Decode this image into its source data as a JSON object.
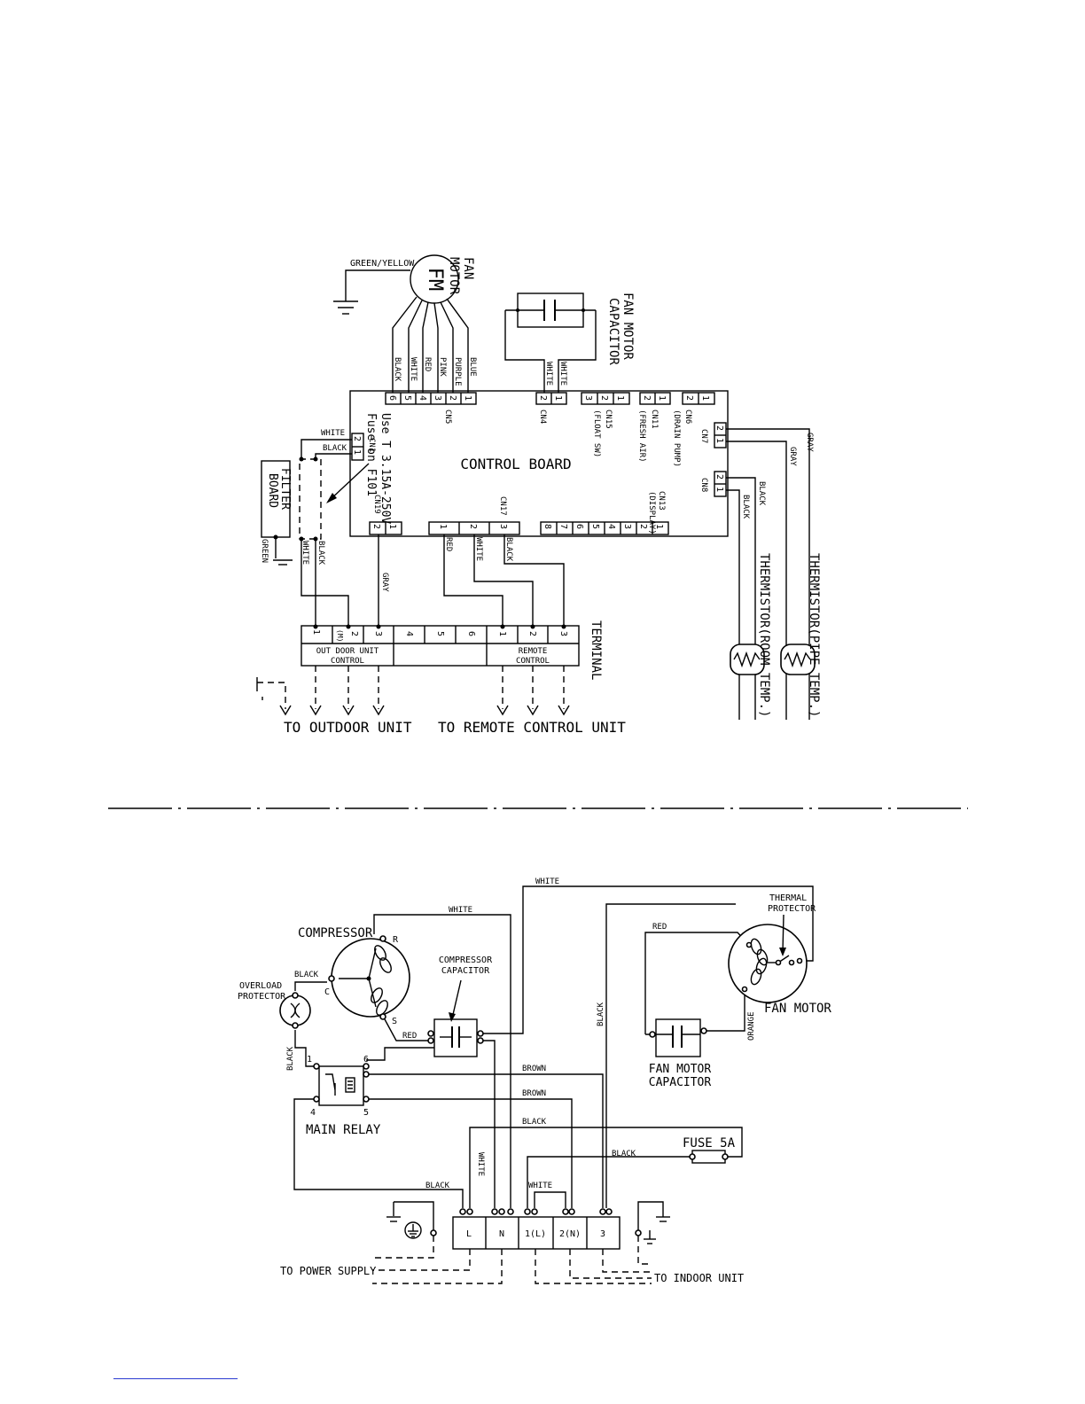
{
  "colors": {
    "ink": "#000000",
    "background": "#ffffff",
    "footer_rule": "#2b3bd1"
  },
  "indoor": {
    "fan_motor": {
      "symbol": "FM",
      "title_1": "FAN",
      "title_2": "MOTOR",
      "ground_wire": "GREEN/YELLOW",
      "wires": [
        "BLACK",
        "WHITE",
        "RED",
        "PINK",
        "PURPLE",
        "BLUE"
      ]
    },
    "fan_motor_capacitor": {
      "title_1": "FAN MOTOR",
      "title_2": "CAPACITOR",
      "wires": [
        "WHITE",
        "WHITE"
      ]
    },
    "control_board": {
      "title": "CONTROL BOARD",
      "fuse_note_1": "Use T 3.15A-250V",
      "fuse_note_2": "Fuse on F101",
      "cn5": {
        "name": "CN5",
        "pins": [
          "6",
          "5",
          "4",
          "3",
          "2",
          "1"
        ]
      },
      "cn4": {
        "name": "CN4",
        "pins": [
          "2",
          "1"
        ]
      },
      "cn15": {
        "name": "CN15",
        "desc": "(FLOAT SW)",
        "pins": [
          "3",
          "2",
          "1"
        ]
      },
      "cn11": {
        "name": "CN11",
        "desc": "(FRESH AIR)",
        "pins": [
          "2",
          "1"
        ]
      },
      "cn6": {
        "name": "CN6",
        "desc": "(DRAIN PUMP)",
        "pins": [
          "2",
          "1"
        ]
      },
      "cn7": {
        "name": "CN7",
        "pins": [
          "2",
          "1"
        ]
      },
      "cn8": {
        "name": "CN8",
        "pins": [
          "2",
          "1"
        ]
      },
      "cn1": {
        "name": "CN1",
        "pins": [
          "2",
          "1"
        ]
      },
      "cn19": {
        "name": "CN19",
        "pins": [
          "2",
          "1"
        ]
      },
      "cn17": {
        "name": "CN17",
        "pins": [
          "1",
          "2",
          "3"
        ]
      },
      "cn13": {
        "name": "CN13",
        "desc": "(DISPLAY)",
        "pins": [
          "8",
          "7",
          "6",
          "5",
          "4",
          "3",
          "2",
          "1"
        ]
      }
    },
    "wires": {
      "cn1_white": "WHITE",
      "cn1_black": "BLACK",
      "filter_white": "WHITE",
      "filter_black": "BLACK",
      "filter_green": "GREEN",
      "cn19_gray": "GRAY",
      "cn17_red": "RED",
      "cn17_white": "WHITE",
      "cn17_black": "BLACK",
      "cn7_gray_a": "GRAY",
      "cn7_gray_b": "GRAY",
      "cn8_black_a": "BLACK",
      "cn8_black_b": "BLACK"
    },
    "filter_board": {
      "line_1": "FILTER",
      "line_2": "BOARD"
    },
    "thermistor_pipe": "THERMISTOR(PIPE TEMP.)",
    "thermistor_room": "THERMISTOR(ROOM TEMP.)",
    "terminal": {
      "title": "TERMINAL",
      "pins": [
        "1",
        "2",
        "3",
        "4",
        "5",
        "6",
        "1",
        "2",
        "3"
      ],
      "pin_2_mark": "(M)",
      "outdoor_label_1": "OUT DOOR UNIT",
      "outdoor_label_2": "CONTROL",
      "remote_label_1": "REMOTE",
      "remote_label_2": "CONTROL"
    },
    "to_outdoor": "TO OUTDOOR UNIT",
    "to_remote": "TO REMOTE CONTROL UNIT"
  },
  "outdoor": {
    "compressor": {
      "title": "COMPRESSOR",
      "pin_r": "R",
      "pin_c": "C",
      "pin_s": "S"
    },
    "overload_protector": {
      "line_1": "OVERLOAD",
      "line_2": "PROTECTOR"
    },
    "compressor_capacitor": {
      "line_1": "COMPRESSOR",
      "line_2": "CAPACITOR"
    },
    "thermal_protector": {
      "line_1": "THERMAL",
      "line_2": "PROTECTOR"
    },
    "fan_motor": "FAN MOTOR",
    "fan_motor_capacitor": {
      "line_1": "FAN MOTOR",
      "line_2": "CAPACITOR"
    },
    "main_relay": {
      "title": "MAIN RELAY",
      "pins": [
        "1",
        "6",
        "4",
        "5"
      ]
    },
    "fuse": "FUSE 5A",
    "wires": {
      "top_white": "WHITE",
      "comp_white": "WHITE",
      "red_fan": "RED",
      "black_fan": "BLACK",
      "black_comp": "BLACK",
      "red_cap": "RED",
      "orange": "ORANGE",
      "black_relay": "BLACK",
      "brown_1": "BROWN",
      "brown_2": "BROWN",
      "black_l": "BLACK",
      "black_fuse": "BLACK",
      "black_bottom": "BLACK",
      "white_n": "WHITE",
      "white_bottom": "WHITE"
    },
    "terminal": {
      "pins": [
        "L",
        "N",
        "1(L)",
        "2(N)",
        "3"
      ]
    },
    "to_power_supply": "TO POWER SUPPLY",
    "to_indoor_unit": "TO INDOOR UNIT"
  }
}
